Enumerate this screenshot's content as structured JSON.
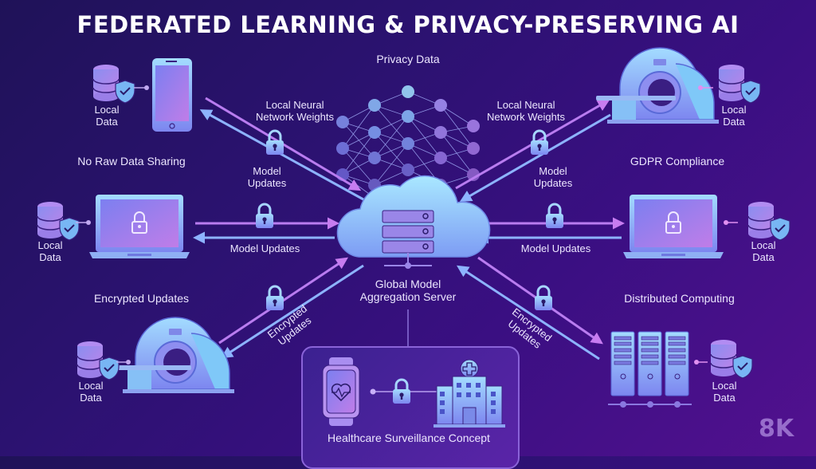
{
  "title": "FEDERATED LEARNING & PRIVACY-PRESERVING AI",
  "center": {
    "top_label": "Privacy Data",
    "server_label_line1": "Global Model",
    "server_label_line2": "Aggregation Server"
  },
  "nodes": [
    {
      "device": "smartphone",
      "data_label_1": "Local",
      "data_label_2": "Data",
      "caption": "No Raw Data Sharing"
    },
    {
      "device": "mri-scanner",
      "data_label_1": "Local",
      "data_label_2": "Data",
      "caption": "GDPR Compliance"
    },
    {
      "device": "laptop",
      "data_label_1": "Local",
      "data_label_2": "Data",
      "caption": "Encrypted Updates"
    },
    {
      "device": "laptop",
      "data_label_1": "Local",
      "data_label_2": "Data",
      "caption": "Distributed Computing"
    },
    {
      "device": "mri-scanner",
      "data_label_1": "Local",
      "data_label_2": "Data"
    },
    {
      "device": "server-rack",
      "data_label_1": "Local",
      "data_label_2": "Data"
    }
  ],
  "arrows": {
    "top_left_upper_1": "Local Neural",
    "top_left_upper_2": "Network Weights",
    "top_left_lower_1": "Model",
    "top_left_lower_2": "Updates",
    "top_right_upper_1": "Local Neural",
    "top_right_upper_2": "Network Weights",
    "top_right_lower_1": "Model",
    "top_right_lower_2": "Updates",
    "mid_left": "Model Updates",
    "mid_right": "Model Updates",
    "bottom_left_1": "Encrypted",
    "bottom_left_2": "Updates",
    "bottom_right_1": "Encrypted",
    "bottom_right_2": "Updates"
  },
  "healthcare": {
    "caption": "Healthcare Surveillance Concept"
  },
  "watermark": "8K",
  "colors": {
    "accent_blue": "#8fb4ff",
    "accent_purple": "#c27cf0",
    "icon_light": "#9fd8ff",
    "background_dark": "#1f1258",
    "background_light": "#52118f"
  }
}
